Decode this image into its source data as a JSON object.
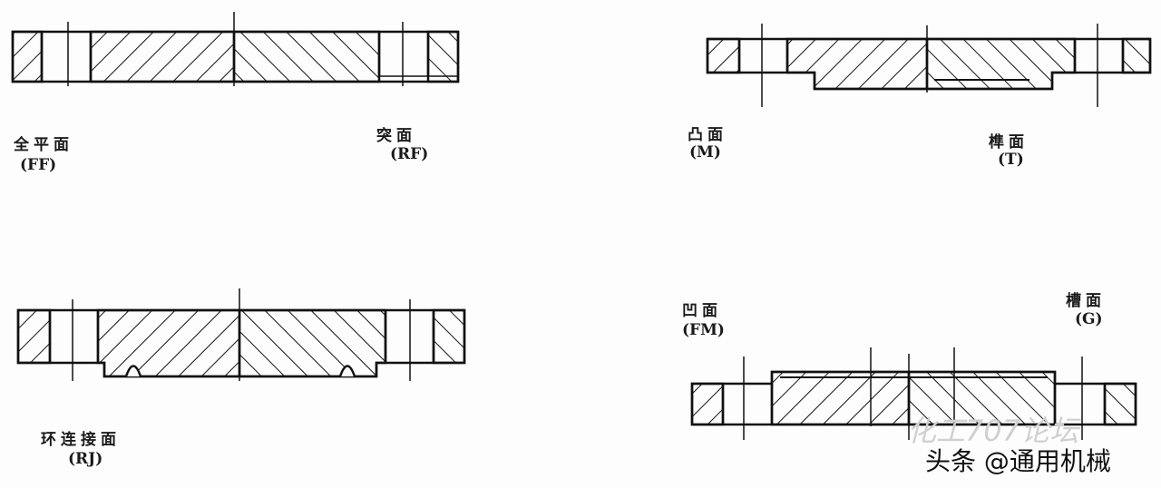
{
  "figures": [
    {
      "name": "全平面",
      "code": "(FF)"
    },
    {
      "name": "突面",
      "code": "(RF)"
    },
    {
      "name": "凸面",
      "code": "(M)"
    },
    {
      "name": "榫面",
      "code": "(T)"
    },
    {
      "name": "环连接面",
      "code": "(RJ)"
    },
    {
      "name": "凹面",
      "code": "(FM)"
    },
    {
      "name": "槽面",
      "code": "(G)"
    }
  ],
  "watermark": "化工707论坛",
  "credit": "头条 @通用机械",
  "colors": {
    "line": "#111111",
    "background": "#fdfdfd"
  }
}
